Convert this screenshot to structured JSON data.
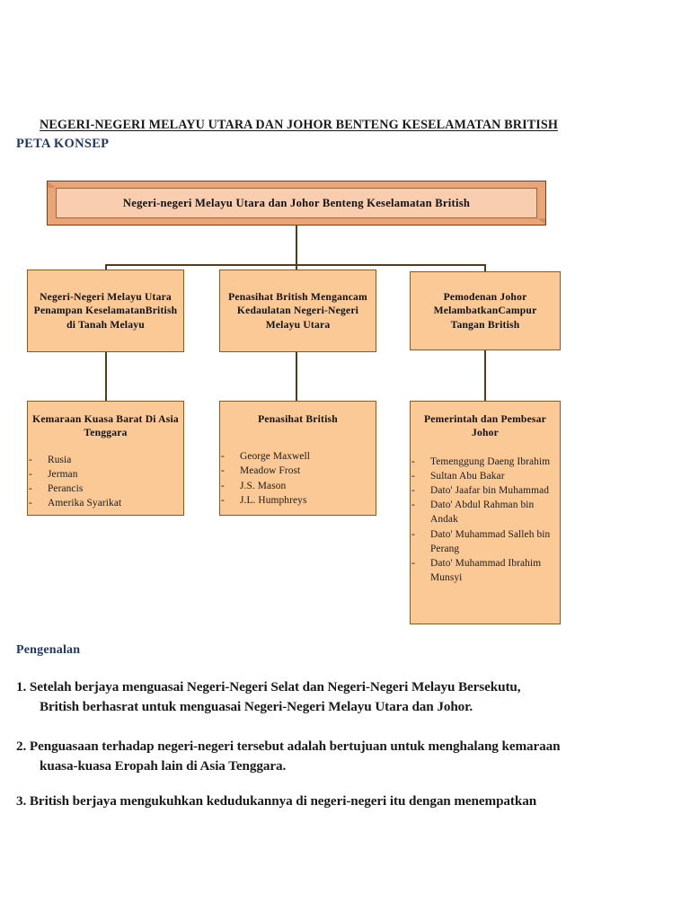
{
  "document": {
    "title": "NEGERI-NEGERI MELAYU UTARA DAN JOHOR BENTENG KESELAMATAN BRITISH",
    "section_label": "PETA KONSEP",
    "colors": {
      "heading_blue": "#1f3864",
      "title_black": "#1a1a1a",
      "box_fill": "#fbc995",
      "box_border": "#8a5a24",
      "root_frame": "#e8a578",
      "root_fill": "#f9cdb0",
      "connector": "#5a3a1a",
      "page_background": "#ffffff"
    }
  },
  "concept_map": {
    "root": {
      "label": "Negeri-negeri Melayu Utara dan Johor Benteng Keselamatan British"
    },
    "level2": [
      {
        "label": "Negeri-Negeri Melayu Utara Penampan KeselamatanBritish di Tanah Melayu"
      },
      {
        "label": "Penasihat British Mengancam Kedaulatan Negeri-Negeri Melayu Utara"
      },
      {
        "label": "Pemodenan Johor MelambatkanCampur Tangan British"
      }
    ],
    "level3": [
      {
        "title": "Kemaraan Kuasa Barat Di Asia Tenggara",
        "items": [
          "Rusia",
          "Jerman",
          "Perancis",
          "Amerika Syarikat"
        ]
      },
      {
        "title": "Penasihat British",
        "items": [
          "George Maxwell",
          "Meadow Frost",
          "J.S. Mason",
          "J.L. Humphreys"
        ]
      },
      {
        "title": "Pemerintah dan Pembesar Johor",
        "items": [
          "Temenggung Daeng Ibrahim",
          "Sultan Abu Bakar",
          "Dato' Jaafar bin Muhammad",
          "Dato' Abdul Rahman bin Andak",
          "Dato' Muhammad Salleh bin Perang",
          "Dato' Muhammad Ibrahim Munsyi"
        ]
      }
    ]
  },
  "intro": {
    "heading": "Pengenalan",
    "items": [
      {
        "number": "1.",
        "line1": "Setelah berjaya menguasai Negeri-Negeri Selat dan Negeri-Negeri Melayu Bersekutu,",
        "line2": "British berhasrat untuk menguasai Negeri-Negeri Melayu Utara dan Johor."
      },
      {
        "number": "2.",
        "line1": "Penguasaan terhadap negeri-negeri tersebut adalah bertujuan untuk menghalang kemaraan",
        "line2": "kuasa-kuasa Eropah lain di Asia Tenggara."
      },
      {
        "number": "3.",
        "line1": "British berjaya mengukuhkan kedudukannya di negeri-negeri itu dengan menempatkan",
        "line2": ""
      }
    ]
  }
}
